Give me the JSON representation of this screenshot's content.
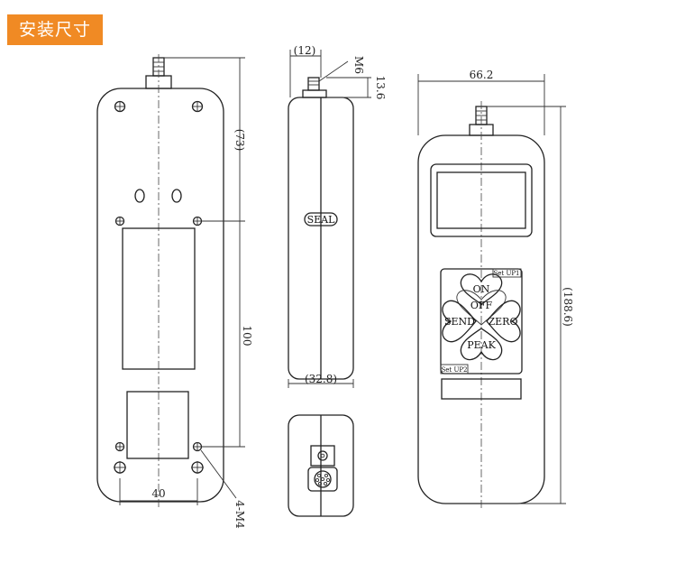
{
  "header": {
    "title": "安装尺寸"
  },
  "back_view": {
    "dim_top": "(73)",
    "dim_mid": "100",
    "dim_bottom": "40",
    "mount_label": "4-M4"
  },
  "side_view": {
    "dim_width_top": "(12)",
    "thread_label": "M6",
    "thread_len": "13.6",
    "seal_label": "SEAL",
    "dim_width_bottom": "(32.8)"
  },
  "front_view": {
    "dim_width": "66.2",
    "dim_height": "(188.6)",
    "keys": {
      "on": "ON",
      "off": "OFF",
      "send": "SEND",
      "zero": "ZERO",
      "peak": "PEAK",
      "set_up1": "Set UP1",
      "set_up2": "Set UP2"
    }
  },
  "colors": {
    "accent": "#f08a24",
    "line": "#222222"
  }
}
